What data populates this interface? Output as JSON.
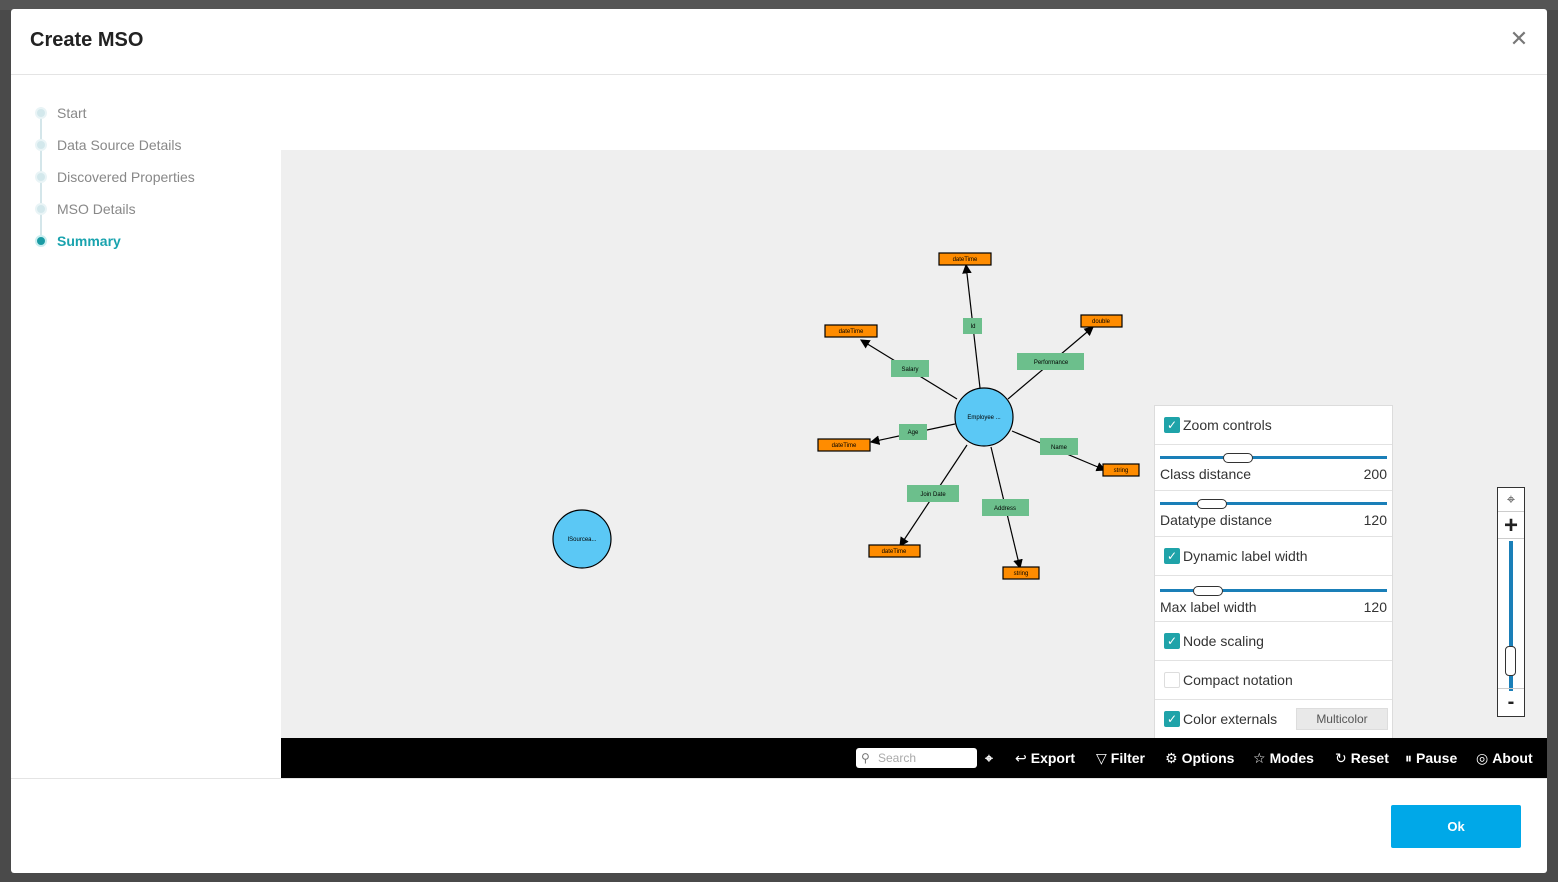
{
  "modal": {
    "title": "Create MSO",
    "ok_label": "Ok"
  },
  "steps": [
    {
      "label": "Start",
      "active": false
    },
    {
      "label": "Data Source Details",
      "active": false
    },
    {
      "label": "Discovered Properties",
      "active": false
    },
    {
      "label": "MSO Details",
      "active": false
    },
    {
      "label": "Summary",
      "active": true
    }
  ],
  "graph": {
    "class_nodes": [
      {
        "id": "employee",
        "label": "Employee ..."
      },
      {
        "id": "isource",
        "label": "ISourcea..."
      }
    ],
    "properties": [
      {
        "name": "Id",
        "type": "dateTime"
      },
      {
        "name": "Performance",
        "type": "double"
      },
      {
        "name": "Salary",
        "type": "dateTime"
      },
      {
        "name": "Age",
        "type": "dateTime"
      },
      {
        "name": "Name",
        "type": "string"
      },
      {
        "name": "Join Date",
        "type": "dateTime"
      },
      {
        "name": "Address",
        "type": "string"
      }
    ],
    "colors": {
      "class_fill": "#5bc8f5",
      "property_fill": "#6cbf8c",
      "datatype_fill": "#ff8c00"
    }
  },
  "options": {
    "zoom_controls": {
      "label": "Zoom controls",
      "checked": true
    },
    "class_distance": {
      "label": "Class distance",
      "value": "200"
    },
    "datatype_distance": {
      "label": "Datatype distance",
      "value": "120"
    },
    "dynamic_label_width": {
      "label": "Dynamic label width",
      "checked": true
    },
    "max_label_width": {
      "label": "Max label width",
      "value": "120"
    },
    "node_scaling": {
      "label": "Node scaling",
      "checked": true
    },
    "compact_notation": {
      "label": "Compact notation",
      "checked": false
    },
    "color_externals": {
      "label": "Color externals",
      "checked": true,
      "button": "Multicolor"
    }
  },
  "toolbar": {
    "search_placeholder": "Search",
    "export": "Export",
    "filter": "Filter",
    "options": "Options",
    "modes": "Modes",
    "reset": "Reset",
    "pause": "Pause",
    "about": "About"
  }
}
